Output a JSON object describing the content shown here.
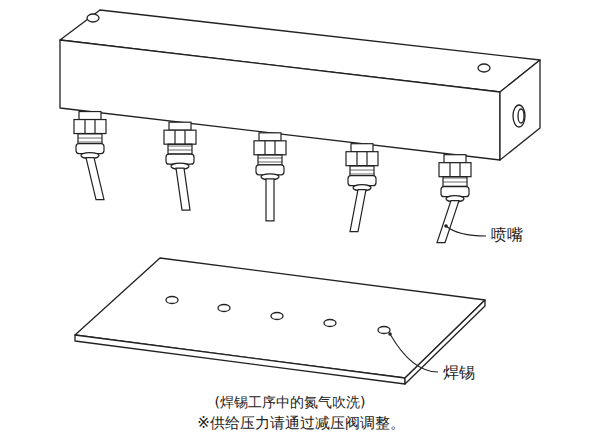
{
  "diagram": {
    "caption": "(焊锡工序中的氮气吹洗)",
    "labels": [
      "喷嘴",
      "焊锡",
      "※供给压力请通过减压阀调整。"
    ]
  }
}
